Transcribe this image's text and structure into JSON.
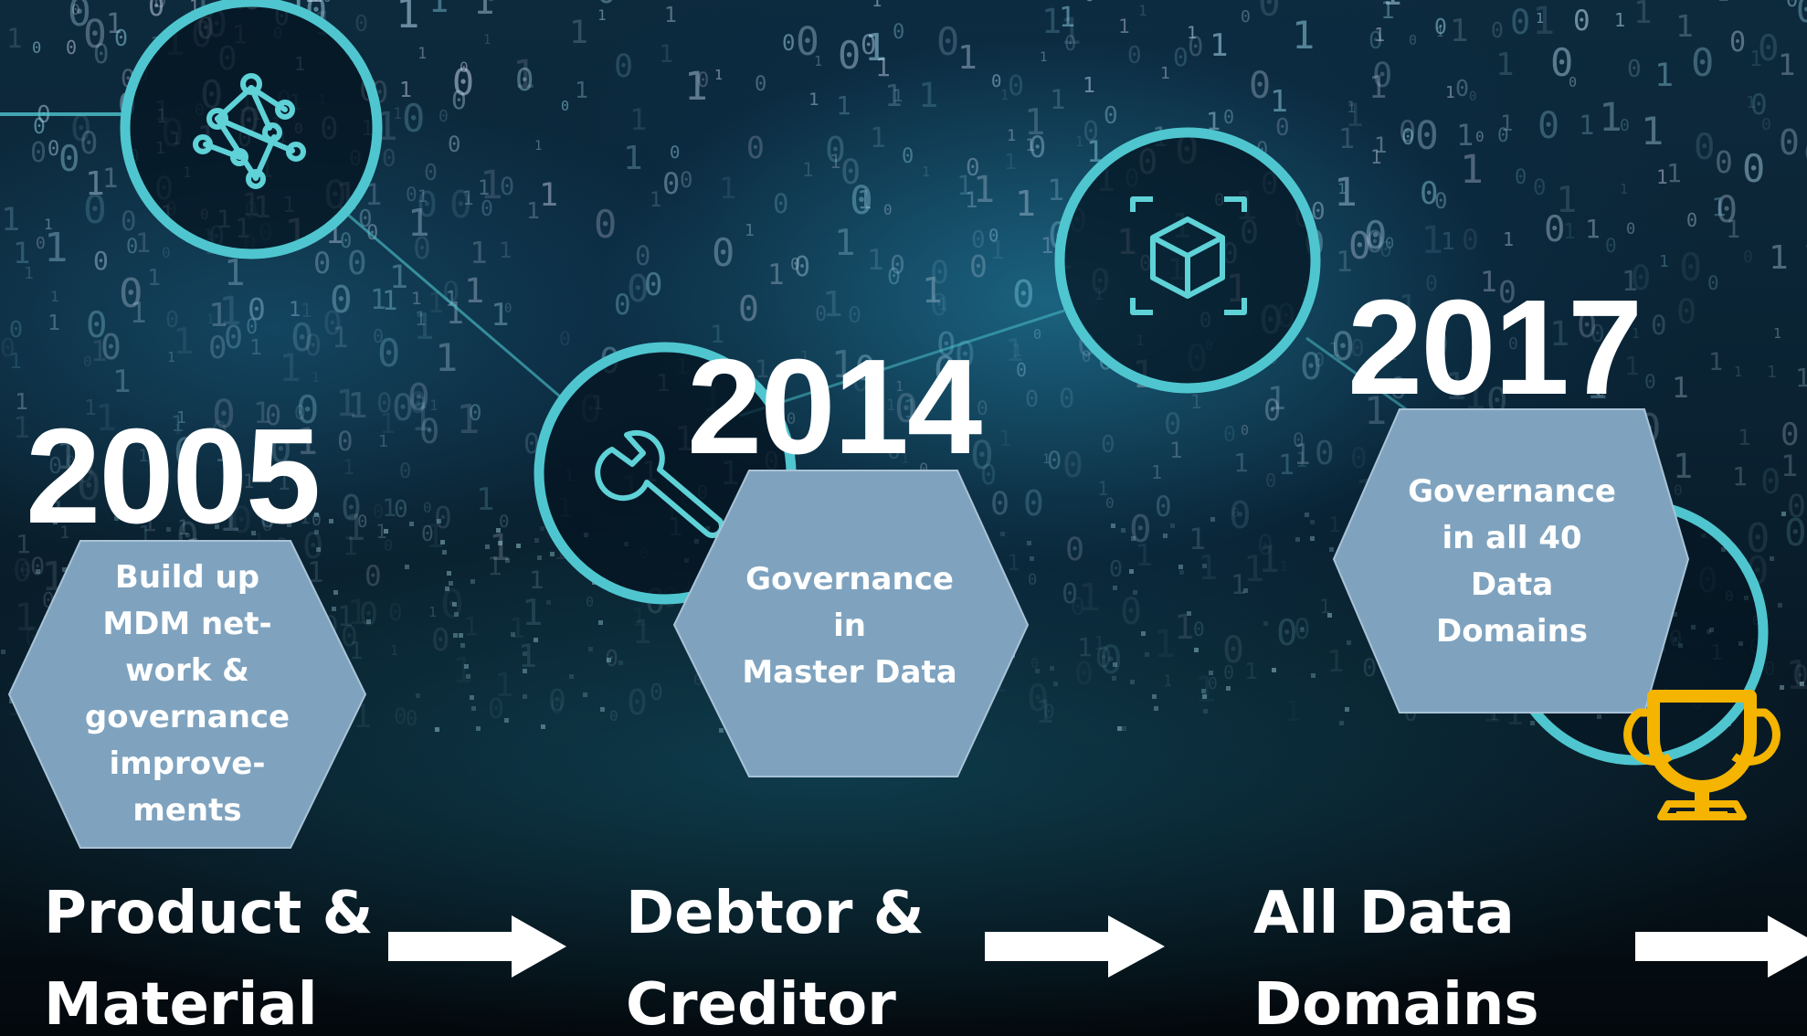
{
  "colors": {
    "ring": "#4fc6cf",
    "hexagon_fill": "#7fa3bf",
    "hexagon_stroke": "#a9c3d6",
    "text": "#ffffff",
    "trophy": "#f4b400"
  },
  "milestones": [
    {
      "year": "2005",
      "icon": "network-icon",
      "hex_lines": [
        "Build up",
        "MDM net-",
        "work &",
        "governance",
        "improve-",
        "ments"
      ],
      "label_lines": [
        "Product &",
        "Material"
      ]
    },
    {
      "year": "2014",
      "icon": "wrench-icon",
      "hex_lines": [
        "Governance",
        "in",
        "Master Data"
      ],
      "label_lines": [
        "Debtor &",
        "Creditor"
      ]
    },
    {
      "year": "2017",
      "icon": "cube-icon",
      "hex_lines": [
        "Governance",
        "in all 40",
        "Data",
        "Domains"
      ],
      "label_lines": [
        "All Data",
        "Domains"
      ]
    }
  ],
  "final_icon": "trophy-icon"
}
